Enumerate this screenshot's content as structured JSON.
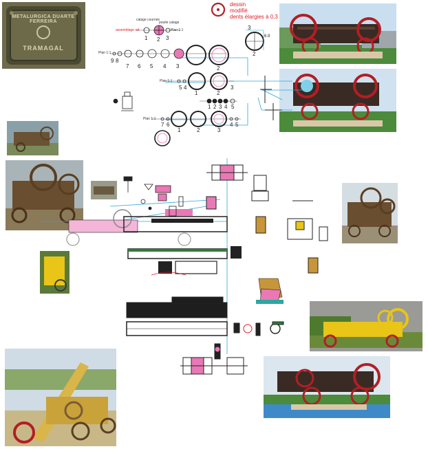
{
  "note": {
    "line1": "dessin",
    "line2": "modifié",
    "line3": "dents élargies à 0,3"
  },
  "plate": {
    "line1": "METALURGICA DUARTE FERREIRA",
    "line2": "TRAMAGAL"
  },
  "tiny_labels": {
    "top_center_a": "calage courroie",
    "top_center_b": "poulie calage",
    "red_label": "assemblage ref",
    "row1_left": "Plan 1:1",
    "row2_left": "Plan 1:1",
    "row4_left": "Plan 1:1",
    "pos_a": "Plan 1:1"
  },
  "gear_numbers": {
    "top": [
      "1",
      "2",
      "3"
    ],
    "row1": [
      "9",
      "8",
      "7",
      "6",
      "5",
      "4",
      "3",
      "2"
    ],
    "row2": [
      "5",
      "4",
      "1",
      "2",
      "3"
    ],
    "row3": [
      "1",
      "2",
      "3",
      "4",
      "5"
    ],
    "row4": [
      "7",
      "6",
      "1",
      "2",
      "3",
      "4",
      "5"
    ],
    "right_top": [
      "3",
      "6.9",
      "2"
    ]
  },
  "colors": {
    "accent_pink": "#e879b5",
    "guide_cyan": "#2aa8d6",
    "note_red": "#e0202a",
    "machine_red": "#b21e24",
    "machine_yellow": "#e8c516",
    "rust": "#7a5a38"
  }
}
